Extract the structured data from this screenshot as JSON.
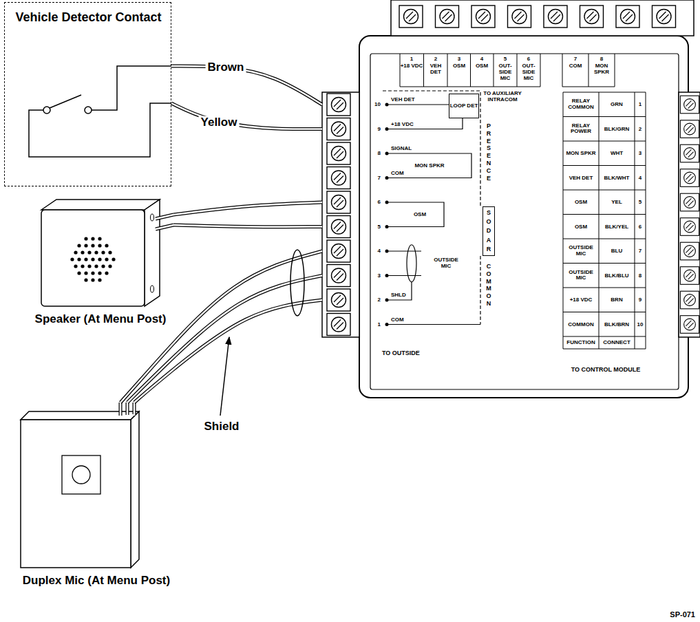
{
  "diagram": {
    "nodes": [
      {
        "text": [
          "Vehicle Detector Contact"
        ]
      },
      {
        "text": [
          "TO AUXILIARY INTRACOM",
          "TO OUTSIDE",
          "TO CONTROL MODULE"
        ]
      },
      {
        "text": [
          "LOOP DET"
        ],
        "in": 1
      },
      {
        "text": [
          "SODAR"
        ],
        "in": 1
      },
      {
        "text": [
          "Speaker (At Menu Post)"
        ]
      },
      {
        "text": [
          "Duplex Mic (At Menu Post)"
        ]
      }
    ],
    "edges": [
      {
        "from": 0,
        "to": 1,
        "arrow": "none",
        "label": "Brown"
      },
      {
        "from": 0,
        "to": 1,
        "arrow": "none",
        "label": "Yellow"
      },
      {
        "from": 4,
        "to": 1,
        "arrow": "none"
      },
      {
        "from": 4,
        "to": 1,
        "arrow": "none"
      },
      {
        "from": 5,
        "to": 1,
        "arrow": "none"
      },
      {
        "from": 5,
        "to": 1,
        "arrow": "none"
      },
      {
        "from": 5,
        "to": 1,
        "arrow": "none"
      }
    ],
    "labels": [
      "Shield",
      "1",
      "+18 VDC",
      "2",
      "VEH DET",
      "3",
      "OSM",
      "4",
      "OSM",
      "5",
      "OUT-SIDE MIC",
      "6",
      "OUT-SIDE MIC",
      "7",
      "COM",
      "8",
      "MON SPKR",
      "10",
      "VEH DET",
      "9",
      "+18 VDC",
      "8",
      "SIGNAL",
      "7",
      "COM",
      "MON SPKR",
      "6",
      "5",
      "OSM",
      "4",
      "3",
      "OUTSIDE MIC",
      "2",
      "SHLD",
      "1",
      "COM",
      "PRESENCE",
      "COMMON",
      "RELAY COMMON",
      "GRN",
      "1",
      "RELAY POWER",
      "BLK/GRN",
      "2",
      "MON SPKR",
      "WHT",
      "3",
      "VEH DET",
      "BLK/WHT",
      "4",
      "OSM",
      "YEL",
      "5",
      "OSM",
      "BLK/YEL",
      "6",
      "OUTSIDE MIC",
      "BLU",
      "7",
      "OUTSIDE MIC",
      "BLK/BLU",
      "8",
      "+18 VDC",
      "BRN",
      "9",
      "COMMON",
      "BLK/BRN",
      "10",
      "FUNCTION",
      "CONNECT",
      "SP-071"
    ]
  }
}
